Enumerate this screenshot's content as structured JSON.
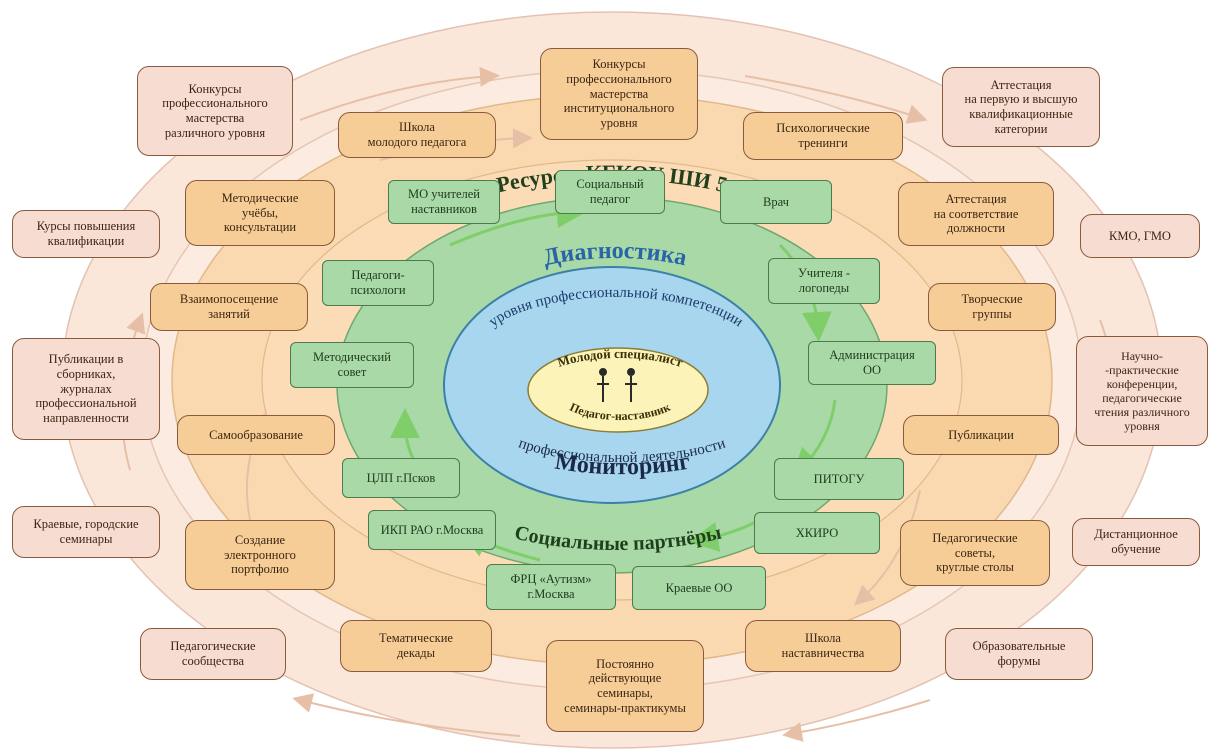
{
  "colors": {
    "outer_ring": "#fbe6da",
    "middle_ring": "#fbd9b0",
    "inner_ring": "#a8d9a6",
    "core_ellipse": "#a9d6ef",
    "center_ellipse": "#fbf3b8",
    "arrow_green": "#7fce6a",
    "arrow_tan": "#e7bfa6"
  },
  "rings": {
    "inner_title": "Ресурсы КГКОУ ШИ 5",
    "inner_bottom_title": "Социальные партнёры",
    "diagnostics_title": "Диагностика",
    "diagnostics_subtitle": "уровня профессиональной компетенции",
    "monitoring_title": "Мониторинг",
    "monitoring_subtitle": "профессиональной деятельности",
    "center_top": "Молодой специалист",
    "center_bottom": "Педагог-наставник",
    "center_icon": "people-pair-icon"
  },
  "outer_ring_items": [
    "Конкурсы\nпрофессионального\nмастерства\nразличного уровня",
    "Аттестация\nна первую и высшую\nквалификационные\nкатегории",
    "Курсы повышения\nквалификации",
    "КМО, ГМО",
    "Публикации в\nсборниках,\nжурналах\nпрофессиональной\nнаправленности",
    "Научно-\n-практические\nконференции,\nпедагогические\nчтения различного\nуровня",
    "Краевые, городские\nсеминары",
    "Дистанционное\nобучение",
    "Педагогические\nсообщества",
    "Образовательные\nфорумы"
  ],
  "middle_ring_items": [
    "Конкурсы\nпрофессионального\nмастерства\nинституционального\nуровня",
    "Школа\nмолодого педагога",
    "Психологические\nтренинги",
    "Методические\nучёбы,\nконсультации",
    "Аттестация\nна соответствие\nдолжности",
    "Взаимопосещение\nзанятий",
    "Творческие\nгруппы",
    "Самообразование",
    "Публикации",
    "Создание\nэлектронного\nпортфолио",
    "Педагогические\nсоветы,\nкруглые столы",
    "Тематические\nдекады",
    "Школа\nнаставничества",
    "Постоянно\nдействующие\nсеминары,\nсеминары-практикумы"
  ],
  "inner_ring_items": [
    "Социальный\nпедагог",
    "МО учителей\nнаставников",
    "Врач",
    "Педагоги-\nпсихологи",
    "Учителя -\nлогопеды",
    "Методический\nсовет",
    "Администрация\nОО",
    "ЦЛП г.Псков",
    "ПИТОГУ",
    "ИКП РАО г.Москва",
    "ХКИРО",
    "ФРЦ «Аутизм»\nг.Москва",
    "Краевые ОО"
  ]
}
